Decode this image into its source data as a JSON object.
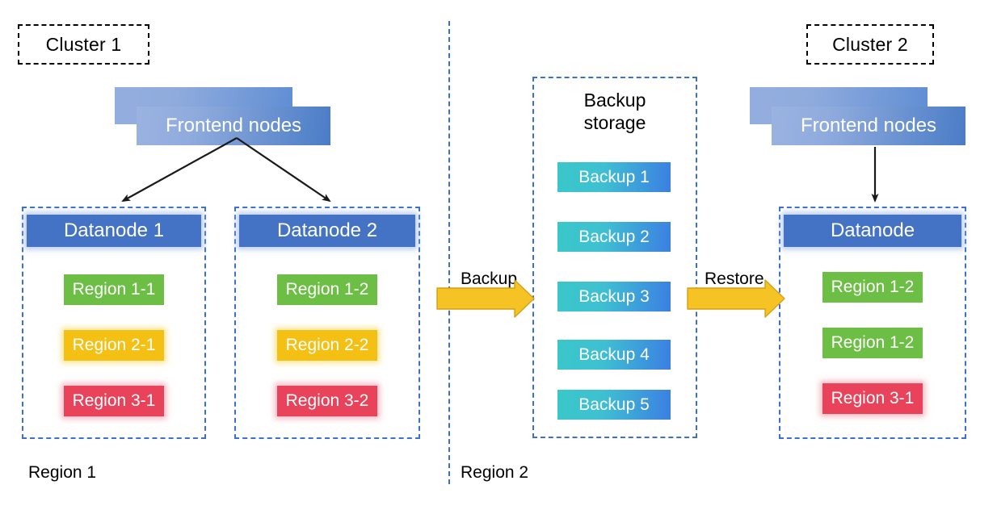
{
  "diagram": {
    "title_chips": [
      {
        "id": "cluster-1",
        "label": "Cluster 1"
      },
      {
        "id": "cluster-2",
        "label": "Cluster 2"
      }
    ],
    "frontend_left": {
      "label": "Frontend nodes"
    },
    "frontend_right": {
      "label": "Frontend nodes"
    },
    "datanodes": [
      {
        "id": "datanode-1",
        "header": "Datanode 1",
        "regions": [
          {
            "label": "Region 1-1",
            "color_name": "green",
            "color": "#6cbe45"
          },
          {
            "label": "Region 2-1",
            "color_name": "yellow",
            "color": "#f3c013"
          },
          {
            "label": "Region 3-1",
            "color_name": "red",
            "color": "#e8435a"
          }
        ]
      },
      {
        "id": "datanode-2",
        "header": "Datanode 2",
        "regions": [
          {
            "label": "Region 1-2",
            "color_name": "green",
            "color": "#6cbe45"
          },
          {
            "label": "Region 2-2",
            "color_name": "yellow",
            "color": "#f3c013"
          },
          {
            "label": "Region 3-2",
            "color_name": "red",
            "color": "#e8435a"
          }
        ]
      },
      {
        "id": "datanode-3",
        "header": "Datanode",
        "regions": [
          {
            "label": "Region 1-2",
            "color_name": "green",
            "color": "#6cbe45"
          },
          {
            "label": "Region 1-2",
            "color_name": "green",
            "color": "#6cbe45"
          },
          {
            "label": "Region 3-1",
            "color_name": "red",
            "color": "#e8435a"
          }
        ]
      }
    ],
    "backup_storage": {
      "title_line_1": "Backup",
      "title_line_2": "storage",
      "items": [
        {
          "label": "Backup 1"
        },
        {
          "label": "Backup 2"
        },
        {
          "label": "Backup 3"
        },
        {
          "label": "Backup 4"
        },
        {
          "label": "Backup 5"
        }
      ]
    },
    "flow_arrows": [
      {
        "id": "backup-arrow",
        "label": "Backup",
        "color": "#f6c324"
      },
      {
        "id": "restore-arrow",
        "label": "Restore",
        "color": "#f6c324"
      }
    ],
    "region_labels": [
      {
        "id": "region-1-label",
        "label": "Region 1"
      },
      {
        "id": "region-2-label",
        "label": "Region 2"
      }
    ],
    "colors": {
      "datanode_header": "#4472c4",
      "dashed_border": "#3b6fd4",
      "frontend_blue": "#8fabdd",
      "backup_teal": "#39c7c9",
      "backup_blue": "#3b7fe2",
      "arrow_black": "#1a1a1a",
      "background": "#ffffff"
    }
  }
}
